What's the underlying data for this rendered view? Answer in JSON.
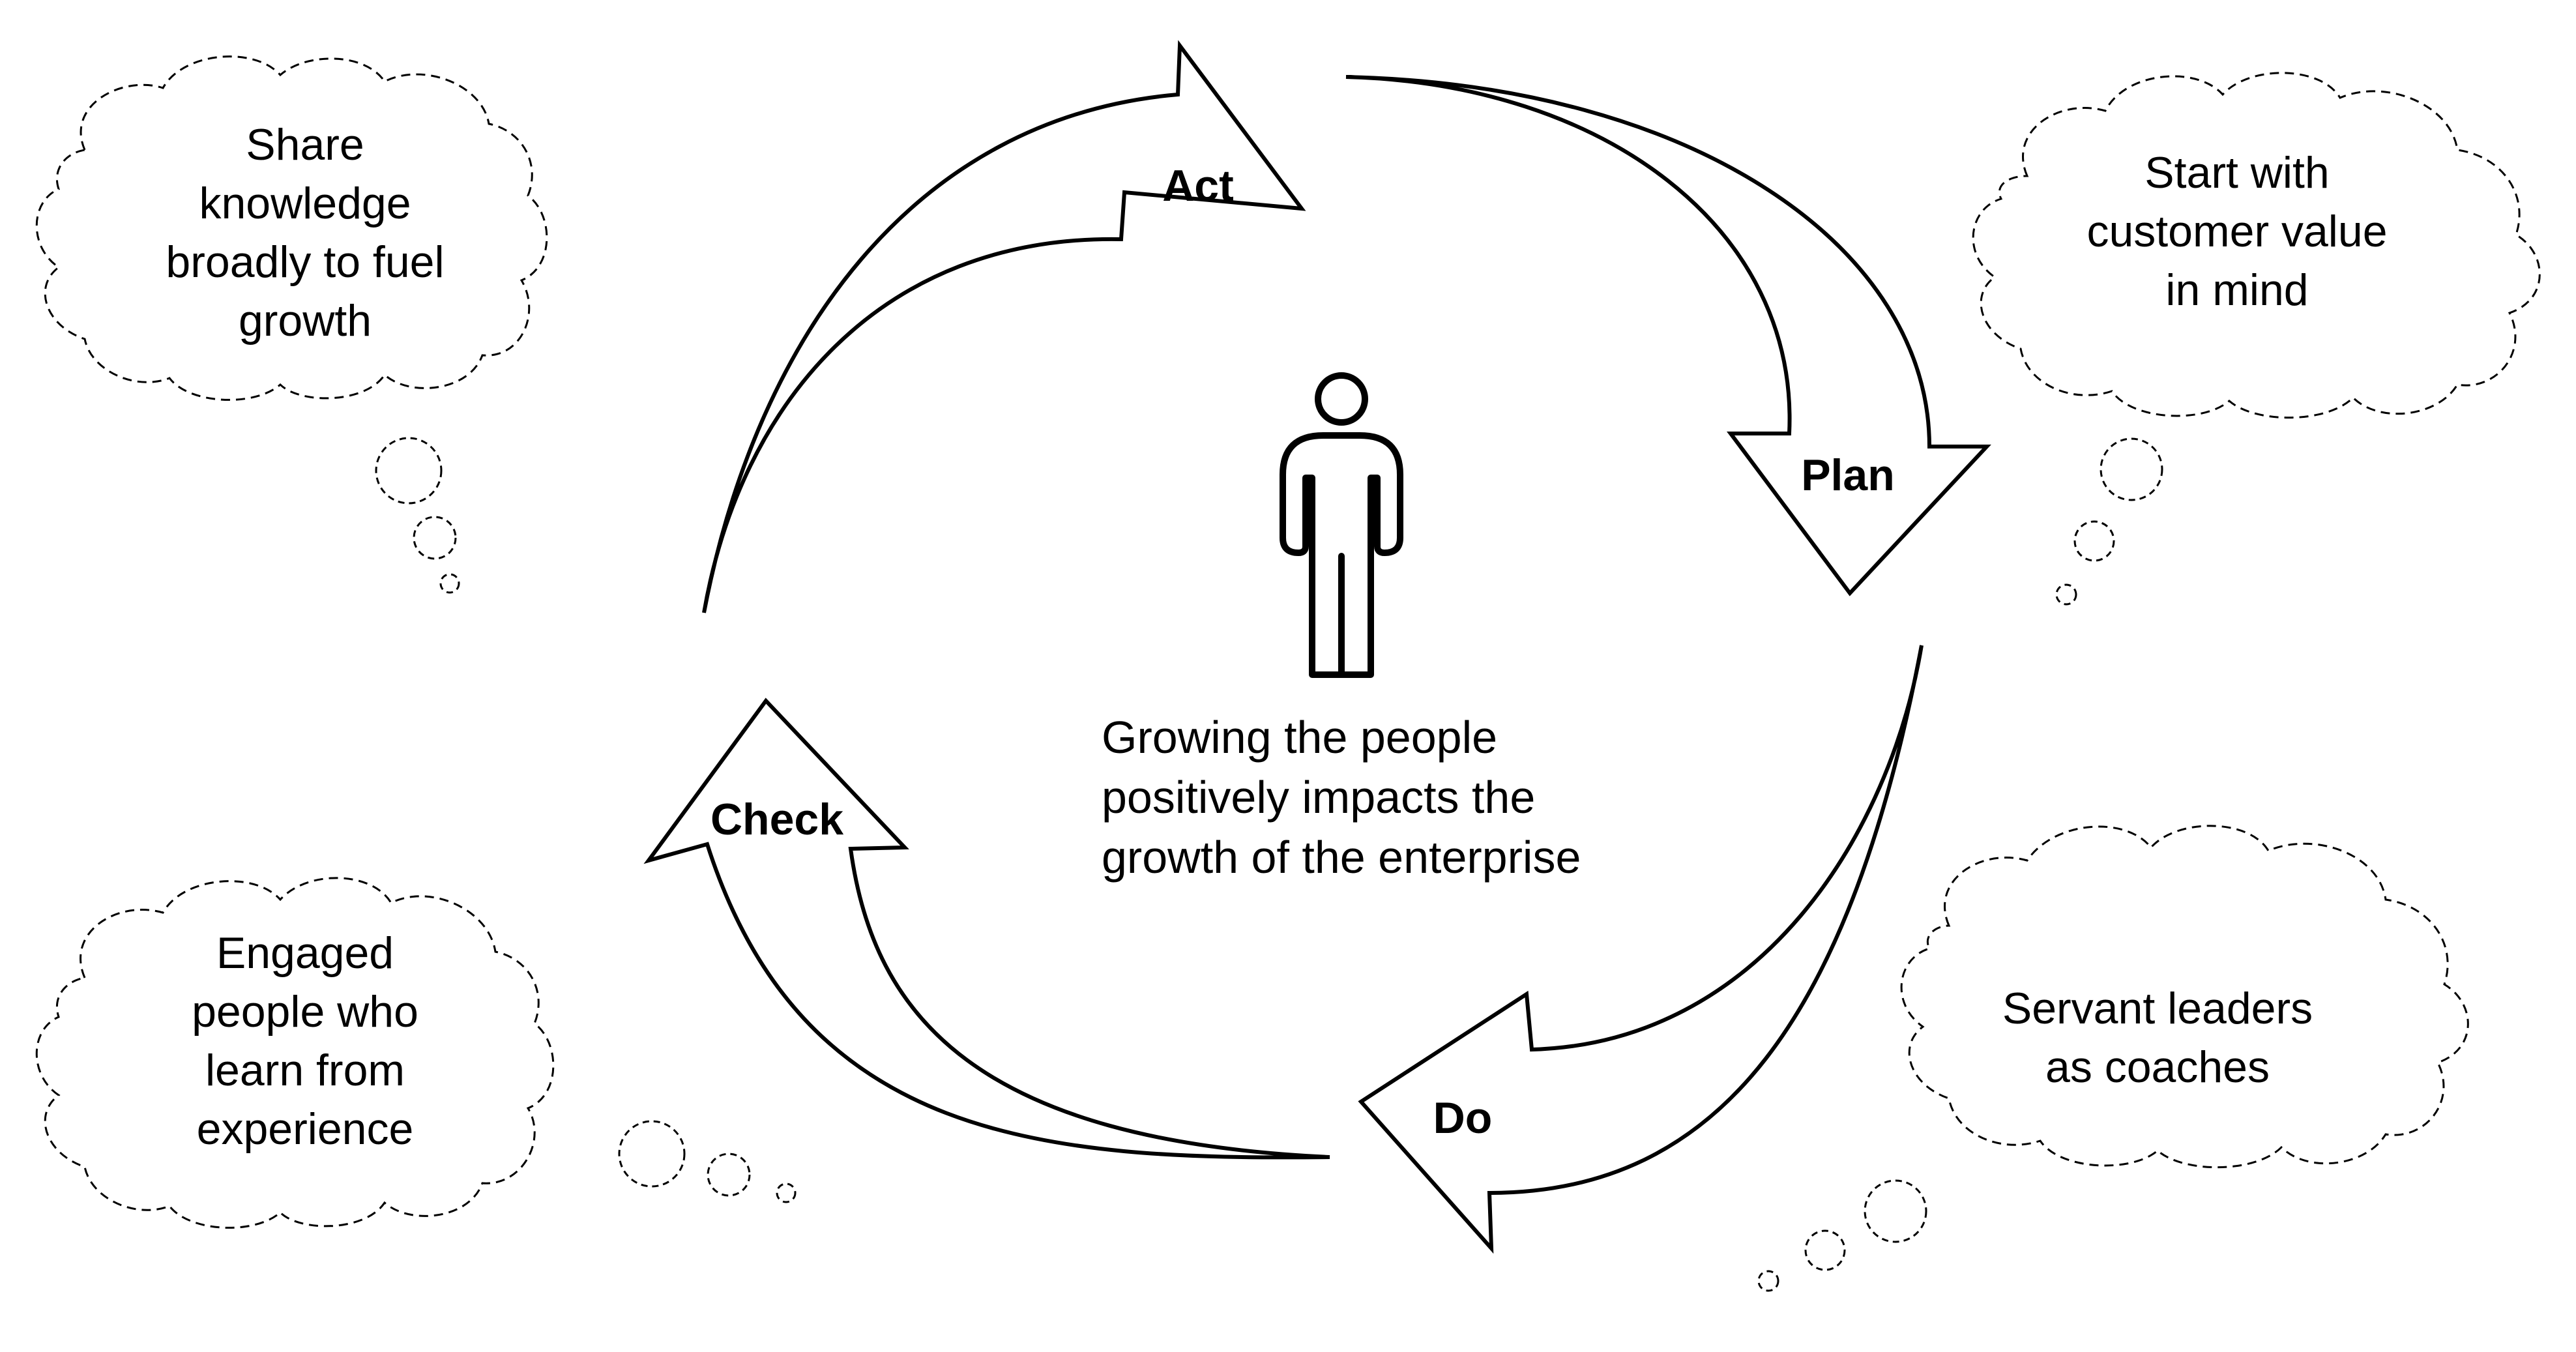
{
  "cycle": {
    "act": "Act",
    "plan": "Plan",
    "do": "Do",
    "check": "Check"
  },
  "center": {
    "icon": "person-icon",
    "lines": [
      "Growing the people",
      "positively impacts the",
      "growth of the enterprise"
    ]
  },
  "clouds": {
    "top_left": [
      "Share",
      "knowledge",
      "broadly to fuel",
      "growth"
    ],
    "top_right": [
      "Start with",
      "customer value",
      "in mind"
    ],
    "bottom_left": [
      "Engaged",
      "people who",
      "learn from",
      "experience"
    ],
    "bottom_right": [
      "Servant leaders",
      "as coaches"
    ]
  }
}
